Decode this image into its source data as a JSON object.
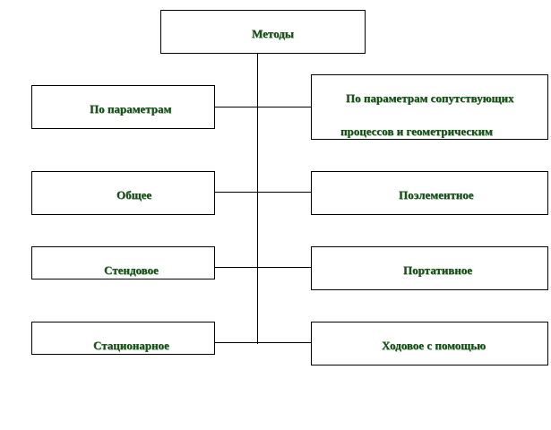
{
  "diagram": {
    "root": {
      "label": "Методы"
    },
    "left_items": [
      {
        "label": "По параметрам"
      },
      {
        "label": "Общее"
      },
      {
        "label": "Стендовое"
      },
      {
        "label": "Стационарное"
      }
    ],
    "right_items": [
      {
        "line1": "По параметрам сопутствующих",
        "line2": "процессов и геометрическим"
      },
      {
        "label": "Поэлементное"
      },
      {
        "label": "Портативное"
      },
      {
        "label": "Ходовое с помощью"
      }
    ],
    "colors": {
      "text": "#1a4d1a",
      "border": "#000000",
      "background": "#ffffff"
    }
  }
}
